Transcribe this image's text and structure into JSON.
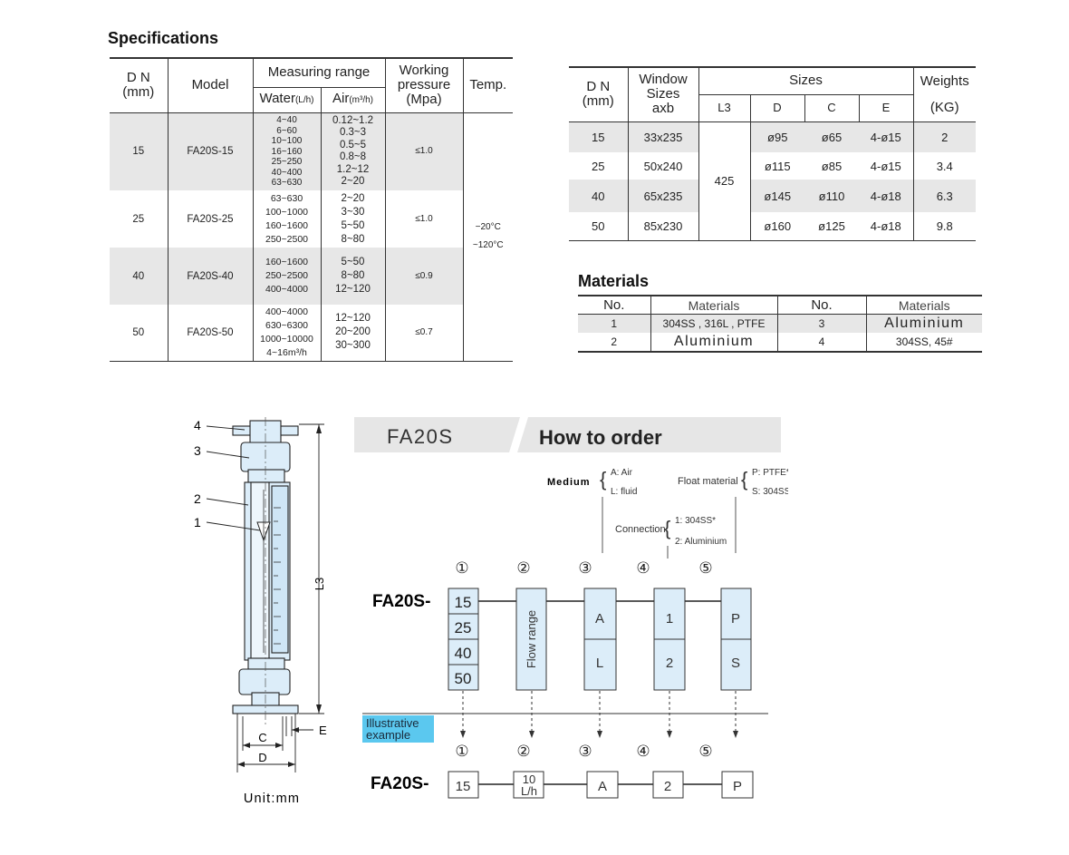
{
  "spec": {
    "title": "Specifications",
    "headers": {
      "dn": "D N",
      "dn_unit": "(mm)",
      "model": "Model",
      "measuring_range": "Measuring range",
      "water": "Water",
      "water_unit": "(L/h)",
      "air": "Air",
      "air_unit": "(m³/h)",
      "working": "Working",
      "pressure": "pressure",
      "mpa": "(Mpa)",
      "temp": "Temp."
    },
    "temp": [
      "−20°C",
      "~120°C"
    ],
    "rows": [
      {
        "dn": "15",
        "model": "FA20S-15",
        "water": [
          "4~40",
          "6~60",
          "10~100",
          "16~160",
          "25~250",
          "40~400",
          "63~630"
        ],
        "air": [
          "0.12~1.2",
          "0.3~3",
          "0.5~5",
          "0.8~8",
          "1.2~12",
          "2~20"
        ],
        "pressure": "≤1.0"
      },
      {
        "dn": "25",
        "model": "FA20S-25",
        "water": [
          "63~630",
          "100~1000",
          "160~1600",
          "250~2500"
        ],
        "air": [
          "2~20",
          "3~30",
          "5~50",
          "8~80"
        ],
        "pressure": "≤1.0"
      },
      {
        "dn": "40",
        "model": "FA20S-40",
        "water": [
          "160~1600",
          "250~2500",
          "400~4000"
        ],
        "air": [
          "5~50",
          "8~80",
          "12~120"
        ],
        "pressure": "≤0.9"
      },
      {
        "dn": "50",
        "model": "FA20S-50",
        "water": [
          "400~4000",
          "630~6300",
          "1000~10000",
          "4~16m³/h"
        ],
        "air": [
          "12~120",
          "20~200",
          "30~300"
        ],
        "pressure": "≤0.7"
      }
    ]
  },
  "sizes": {
    "headers": {
      "dn": "D N",
      "dn_unit": "(mm)",
      "window1": "Window",
      "window2": "Sizes",
      "window3": "axb",
      "sizes": "Sizes",
      "l3": "L3",
      "d": "D",
      "c": "C",
      "e": "E",
      "weights": "Weights",
      "kg": "(KG)"
    },
    "l3": "425",
    "rows": [
      {
        "dn": "15",
        "window": "33x235",
        "d": "ø95",
        "c": "ø65",
        "e": "4-ø15",
        "kg": "2"
      },
      {
        "dn": "25",
        "window": "50x240",
        "d": "ø115",
        "c": "ø85",
        "e": "4-ø15",
        "kg": "3.4"
      },
      {
        "dn": "40",
        "window": "65x235",
        "d": "ø145",
        "c": "ø110",
        "e": "4-ø18",
        "kg": "6.3"
      },
      {
        "dn": "50",
        "window": "85x230",
        "d": "ø160",
        "c": "ø125",
        "e": "4-ø18",
        "kg": "9.8"
      }
    ]
  },
  "materials": {
    "title": "Materials",
    "headers": {
      "no": "No.",
      "materials": "Materials"
    },
    "rows": [
      {
        "no1": "1",
        "mat1": "304SS , 316L , PTFE",
        "no2": "3",
        "mat2": "Aluminium"
      },
      {
        "no1": "2",
        "mat1": "Aluminium",
        "no2": "4",
        "mat2": "304SS,  45#"
      }
    ]
  },
  "drawing": {
    "callouts": [
      "4",
      "3",
      "2",
      "1"
    ],
    "dim_l3": "L3",
    "dim_c": "C",
    "dim_d": "D",
    "dim_e": "E",
    "unit": "Unit:mm"
  },
  "order": {
    "banner_model": "FA20S",
    "banner_title": "How to order",
    "medium_label": "Medium",
    "medium_options": [
      "A: Air",
      "L: fluid"
    ],
    "float_label": "Float material",
    "float_options": [
      "P: PTFE*",
      "S: 304SS"
    ],
    "connection_label": "Connection",
    "connection_options": [
      "1: 304SS*",
      "2: Aluminium"
    ],
    "positions": [
      "①",
      "②",
      "③",
      "④",
      "⑤"
    ],
    "prefix": "FA20S-",
    "dn_options": [
      "15",
      "25",
      "40",
      "50"
    ],
    "flow_range": "Flow range",
    "col3": [
      "A",
      "L"
    ],
    "col4": [
      "1",
      "2"
    ],
    "col5": [
      "P",
      "S"
    ],
    "illustrative1": "Illustrative",
    "illustrative2": "example",
    "example_prefix": "FA20S-",
    "example": {
      "dn": "15",
      "flow_num": "10",
      "flow_unit": "L/h",
      "medium": "A",
      "connection": "2",
      "float": "P"
    }
  },
  "colors": {
    "light_blue": "#dcedf9",
    "illustrative_bg": "#5bc8ef",
    "shade": "#e7e7e7",
    "banner": "#e6e6e6"
  }
}
